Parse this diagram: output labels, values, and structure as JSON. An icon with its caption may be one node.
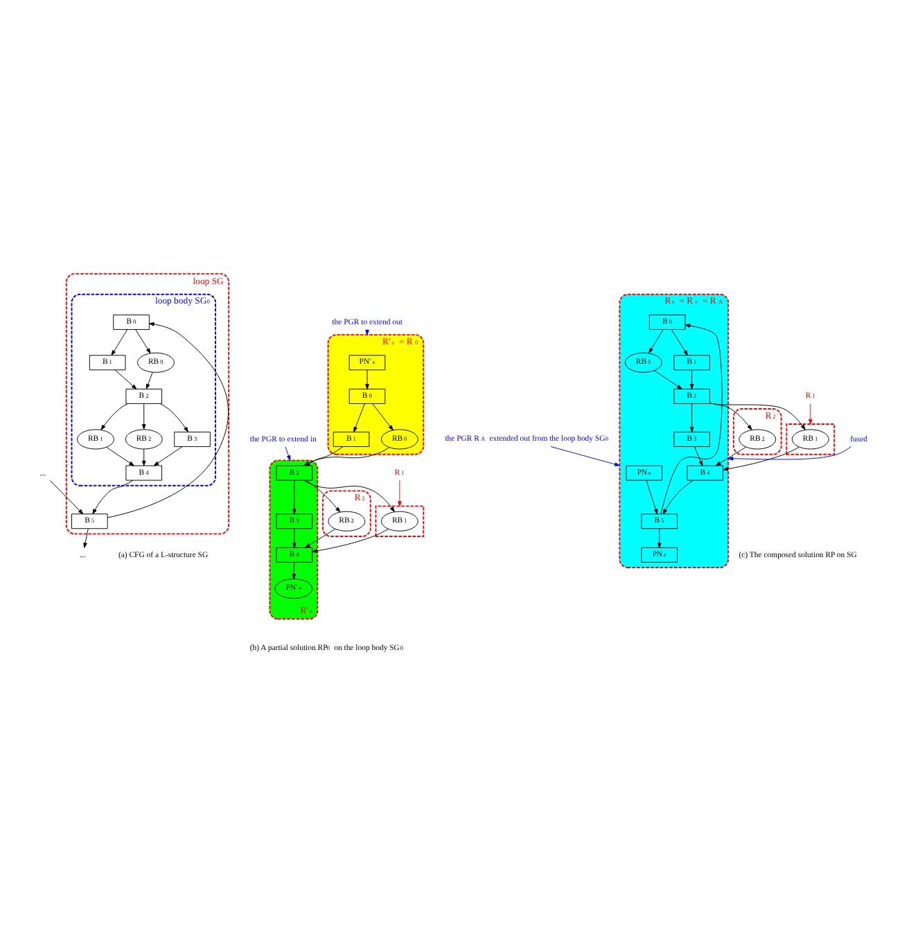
{
  "diagram": {
    "nodes": [
      {
        "text": [
          "loop SG"
        ]
      },
      {
        "text": [
          "loop body SG$_{0}$"
        ],
        "in": 0
      },
      {
        "text": [
          "B$_{0}$"
        ],
        "in": 1
      },
      {
        "text": [
          "B$_{1}$"
        ],
        "in": 1
      },
      {
        "text": [
          "RB$_{0}$"
        ],
        "in": 1
      },
      {
        "text": [
          "B$_{2}$"
        ],
        "in": 1
      },
      {
        "text": [
          "B$_{3}$"
        ],
        "in": 1
      },
      {
        "text": [
          "RB$_{1}$"
        ],
        "in": 1
      },
      {
        "text": [
          "RB$_{2}$"
        ],
        "in": 1
      },
      {
        "text": [
          "B$_{4}$"
        ],
        "in": 1
      },
      {
        "text": [
          "B$_{5}$"
        ],
        "in": 0
      },
      {
        "text": [
          "..."
        ]
      },
      {
        "text": [
          "..."
        ]
      },
      {
        "text": [
          "R′$_{s}$ = R$_{0}$"
        ]
      },
      {
        "text": [
          "PN′$_{s}$"
        ],
        "in": 13
      },
      {
        "text": [
          "B$_{0}$"
        ],
        "in": 13
      },
      {
        "text": [
          "B$_{1}$"
        ],
        "in": 13
      },
      {
        "text": [
          "RB$_{0}$"
        ],
        "in": 13
      },
      {
        "text": [
          "R′$_{e}$"
        ]
      },
      {
        "text": [
          "B$_{2}$"
        ],
        "in": 18
      },
      {
        "text": [
          "B$_{3}$"
        ],
        "in": 18
      },
      {
        "text": [
          "B$_{4}$"
        ],
        "in": 18
      },
      {
        "text": [
          "PN′$_{e}$"
        ],
        "in": 18
      },
      {
        "text": [
          "R$_{1}$"
        ]
      },
      {
        "text": [],
        "shape": "box"
      },
      {
        "text": [
          "RB$_{1}$"
        ],
        "in": 24
      },
      {
        "text": [
          "R$_{2}$"
        ]
      },
      {
        "text": [
          "RB$_{2}$"
        ],
        "in": 26
      },
      {
        "text": [
          "the PGR to extend out"
        ]
      },
      {
        "text": [
          "the PGR to extend in"
        ]
      },
      {
        "text": [
          "R$_{s}$ = R$_{e}$ = R$_{A}$"
        ]
      },
      {
        "text": [
          "PN$_{s}$"
        ],
        "in": 30
      },
      {
        "text": [
          "B$_{0}$"
        ],
        "in": 30
      },
      {
        "text": [
          "B$_{1}$"
        ],
        "in": 30
      },
      {
        "text": [
          "RB$_{0}$"
        ],
        "in": 30
      },
      {
        "text": [
          "B$_{2}$"
        ],
        "in": 30
      },
      {
        "text": [
          "B$_{3}$"
        ],
        "in": 30
      },
      {
        "text": [
          "B$_{4}$"
        ],
        "in": 30
      },
      {
        "text": [
          "B$_{5}$"
        ],
        "in": 30
      },
      {
        "text": [
          "PN$_{e}$"
        ],
        "in": 30
      },
      {
        "text": [
          "R$_{1}$"
        ]
      },
      {
        "text": [],
        "shape": "box"
      },
      {
        "text": [
          "RB$_{1}$"
        ],
        "in": 41
      },
      {
        "text": [
          "R$_{2}$"
        ]
      },
      {
        "text": [
          "RB$_{2}$"
        ],
        "in": 43
      },
      {
        "text": [
          "fused"
        ]
      },
      {
        "text": [
          "the PGR R$_{A}$ extended out from the loop body SG$_{0}$"
        ]
      }
    ],
    "edges": [
      {
        "from": 2,
        "to": 3,
        "arrow": "to"
      },
      {
        "from": 2,
        "to": 4,
        "arrow": "to"
      },
      {
        "from": 3,
        "to": 5,
        "arrow": "to"
      },
      {
        "from": 4,
        "to": 5,
        "arrow": "to"
      },
      {
        "from": 5,
        "to": 6,
        "arrow": "to"
      },
      {
        "from": 5,
        "to": 7,
        "arrow": "to"
      },
      {
        "from": 5,
        "to": 8,
        "arrow": "to"
      },
      {
        "from": 6,
        "to": 9,
        "arrow": "to"
      },
      {
        "from": 7,
        "to": 9,
        "arrow": "to"
      },
      {
        "from": 8,
        "to": 9,
        "arrow": "to"
      },
      {
        "from": 9,
        "to": 10,
        "arrow": "to"
      },
      {
        "from": 10,
        "to": 2,
        "arrow": "to"
      },
      {
        "from": 11,
        "to": 10,
        "arrow": "to"
      },
      {
        "from": 10,
        "to": 12,
        "arrow": "to"
      },
      {
        "from": 14,
        "to": 15,
        "arrow": "to"
      },
      {
        "from": 15,
        "to": 16,
        "arrow": "to"
      },
      {
        "from": 15,
        "to": 17,
        "arrow": "to"
      },
      {
        "from": 16,
        "to": 19,
        "arrow": "to"
      },
      {
        "from": 17,
        "to": 19,
        "arrow": "to"
      },
      {
        "from": 19,
        "to": 20,
        "arrow": "to"
      },
      {
        "from": 19,
        "to": 25,
        "arrow": "to"
      },
      {
        "from": 19,
        "to": 27,
        "arrow": "to"
      },
      {
        "from": 20,
        "to": 21,
        "arrow": "to"
      },
      {
        "from": 25,
        "to": 21,
        "arrow": "to"
      },
      {
        "from": 27,
        "to": 21,
        "arrow": "to"
      },
      {
        "from": 21,
        "to": 22,
        "arrow": "to"
      },
      {
        "from": 23,
        "to": 24,
        "arrow": "to",
        "color": "#ff0000"
      },
      {
        "from": 28,
        "to": 13,
        "arrow": "to",
        "color": "#0000ff"
      },
      {
        "from": 29,
        "to": 18,
        "arrow": "to",
        "color": "#0000ff"
      },
      {
        "from": 32,
        "to": 33,
        "arrow": "to"
      },
      {
        "from": 32,
        "to": 34,
        "arrow": "to"
      },
      {
        "from": 33,
        "to": 35,
        "arrow": "to"
      },
      {
        "from": 34,
        "to": 35,
        "arrow": "to"
      },
      {
        "from": 35,
        "to": 36,
        "arrow": "to"
      },
      {
        "from": 35,
        "to": 42,
        "arrow": "to"
      },
      {
        "from": 35,
        "to": 44,
        "arrow": "to"
      },
      {
        "from": 36,
        "to": 37,
        "arrow": "to"
      },
      {
        "from": 42,
        "to": 37,
        "arrow": "to"
      },
      {
        "from": 44,
        "to": 37,
        "arrow": "to"
      },
      {
        "from": 37,
        "to": 38,
        "arrow": "to"
      },
      {
        "from": 38,
        "to": 32,
        "arrow": "to"
      },
      {
        "from": 31,
        "to": 38,
        "arrow": "to"
      },
      {
        "from": 38,
        "to": 39,
        "arrow": "to"
      },
      {
        "from": 40,
        "to": 41,
        "arrow": "to",
        "color": "#ff0000"
      },
      {
        "from": 45,
        "to": 30,
        "arrow": "to",
        "color": "#0000ff"
      },
      {
        "from": 46,
        "to": 30,
        "arrow": "to",
        "color": "#0000ff"
      }
    ],
    "labels": [
      "(a) CFG of a L-structure SG",
      "(b) A partial solution RP$_{0}$ on the loop body SG$_{0}$",
      "(c) The composed solution RP on SG"
    ]
  }
}
